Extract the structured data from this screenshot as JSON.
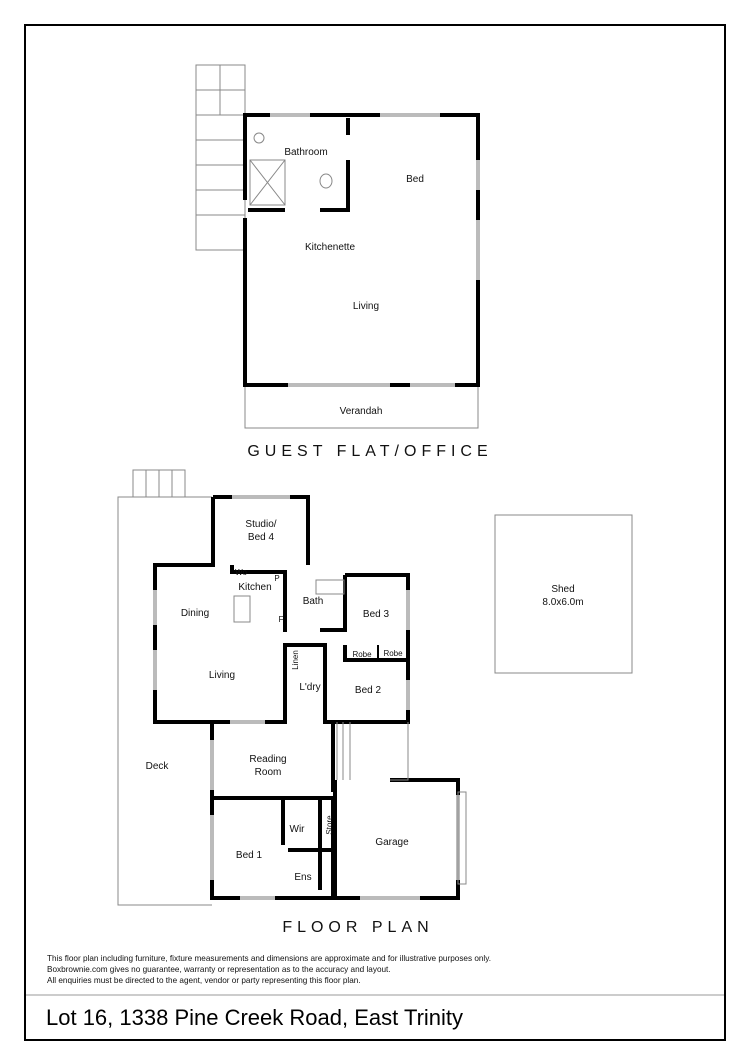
{
  "guest_flat": {
    "heading": "GUEST FLAT/OFFICE",
    "rooms": {
      "bathroom": "Bathroom",
      "bed": "Bed",
      "kitchenette": "Kitchenette",
      "living": "Living",
      "verandah": "Verandah"
    }
  },
  "floor_plan": {
    "heading": "FLOOR PLAN",
    "rooms": {
      "studio_1": "Studio/",
      "studio_2": "Bed 4",
      "kitchen": "Kitchen",
      "wo": "Wo",
      "pantry": "P",
      "fridge": "F",
      "dining": "Dining",
      "living": "Living",
      "bath": "Bath",
      "bed3": "Bed 3",
      "robe1": "Robe",
      "robe2": "Robe",
      "linen": "Linen",
      "laundry": "L'dry",
      "bed2": "Bed 2",
      "deck": "Deck",
      "reading_1": "Reading",
      "reading_2": "Room",
      "wir": "Wir",
      "store": "Store",
      "garage": "Garage",
      "bed1": "Bed 1",
      "ens": "Ens"
    }
  },
  "shed": {
    "label": "Shed",
    "size": "8.0x6.0m"
  },
  "disclaimer": [
    "This floor plan including furniture, fixture measurements and dimensions are approximate and for illustrative purposes only.",
    "Boxbrownie.com gives no guarantee, warranty or representation as to the accuracy and layout.",
    "All enquiries must be directed to the agent, vendor or party representing this floor plan."
  ],
  "address": "Lot 16, 1338 Pine Creek Road, East Trinity"
}
